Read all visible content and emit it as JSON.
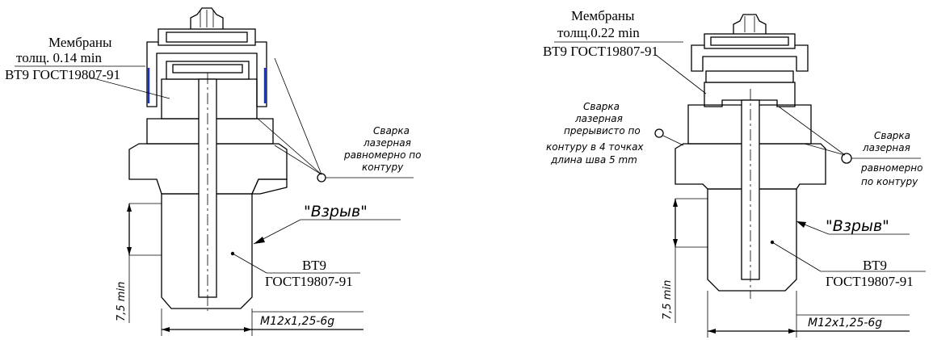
{
  "left": {
    "membrane_title": "Мембраны",
    "membrane_thickness": "толщ. 0.14 min",
    "membrane_material": "ВТ9 ГОСТ19807-91",
    "weld_line1": "Сварка",
    "weld_line2": "лазерная",
    "weld_line3": "равномерно по",
    "weld_line4": "контуру",
    "explosion": "\"Взрыв\"",
    "body_material_line1": "ВТ9",
    "body_material_line2": "ГОСТ19807-91",
    "length_dim": "7,5 min",
    "thread_dim": "M12x1,25-6g"
  },
  "right": {
    "membrane_title": "Мембраны",
    "membrane_thickness": "толщ.0.22 min",
    "membrane_material": "ВТ9 ГОСТ19807-91",
    "weld_intermittent_line1": "Сварка",
    "weld_intermittent_line2": "лазерная",
    "weld_intermittent_line3": "прерывисто по",
    "weld_intermittent_line4": "контуру в  4 точках",
    "weld_intermittent_line5": "длина шва 5 mm",
    "weld_uniform_line1": "Сварка",
    "weld_uniform_line2": "лазерная",
    "weld_uniform_line3": "равномерно",
    "weld_uniform_line4": "по контуру",
    "explosion": "\"Взрыв\"",
    "body_material_line1": "ВТ9",
    "body_material_line2": "ГОСТ19807-91",
    "length_dim": "7,5 min",
    "thread_dim": "M12x1,25-6g"
  },
  "colors": {
    "line": "#000000",
    "membrane_accent": "#1a2fd0",
    "background": "#ffffff"
  }
}
